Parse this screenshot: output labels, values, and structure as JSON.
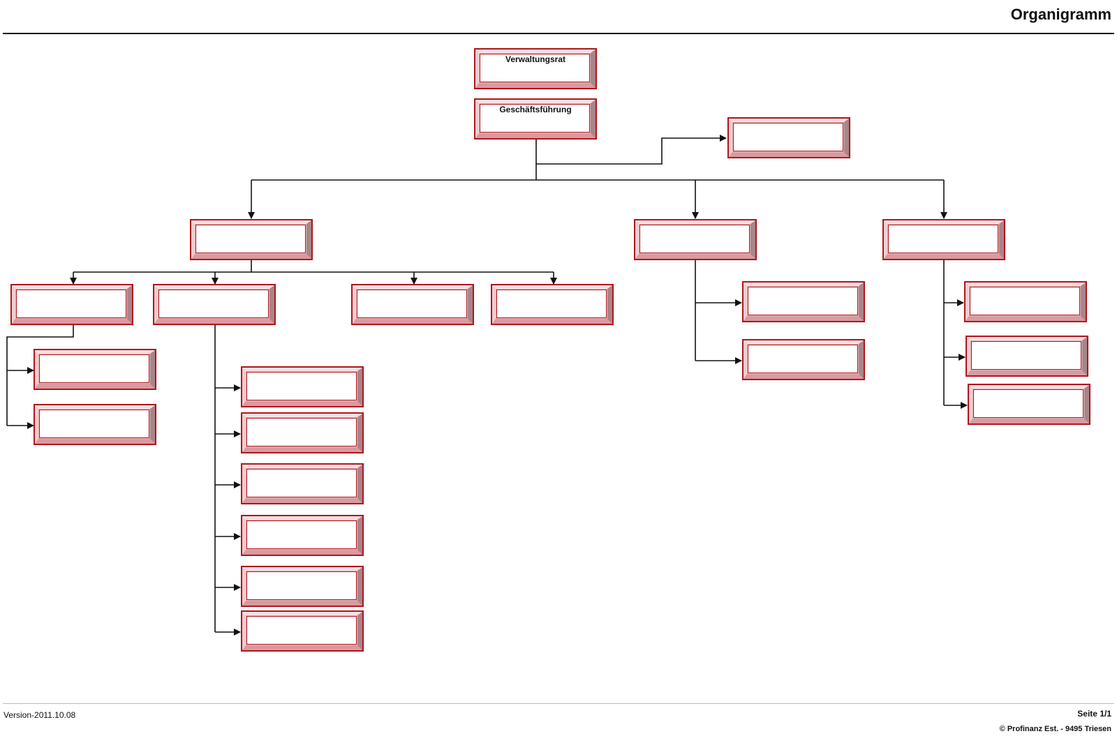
{
  "header": {
    "title": "Organigramm"
  },
  "nodes": [
    {
      "id": "verwaltungsrat",
      "label": "Verwaltungsrat"
    },
    {
      "id": "geschaeftsfuehrung",
      "label": "Geschäftsführung"
    },
    {
      "id": "staff",
      "label": ""
    },
    {
      "id": "dept-a",
      "label": ""
    },
    {
      "id": "dept-b",
      "label": ""
    },
    {
      "id": "dept-c",
      "label": ""
    },
    {
      "id": "a1",
      "label": ""
    },
    {
      "id": "a2",
      "label": ""
    },
    {
      "id": "a3",
      "label": ""
    },
    {
      "id": "a4",
      "label": ""
    },
    {
      "id": "a1-1",
      "label": ""
    },
    {
      "id": "a1-2",
      "label": ""
    },
    {
      "id": "a2-1",
      "label": ""
    },
    {
      "id": "a2-2",
      "label": ""
    },
    {
      "id": "a2-3",
      "label": ""
    },
    {
      "id": "a2-4",
      "label": ""
    },
    {
      "id": "a2-5",
      "label": ""
    },
    {
      "id": "a2-6",
      "label": ""
    },
    {
      "id": "b1",
      "label": ""
    },
    {
      "id": "b2",
      "label": ""
    },
    {
      "id": "c1",
      "label": ""
    },
    {
      "id": "c2",
      "label": ""
    },
    {
      "id": "c3",
      "label": ""
    }
  ],
  "footer": {
    "version": "Version-2011.10.08",
    "page": "Seite 1/1",
    "copyright": "© Profinanz Est. -  9495 Triesen"
  }
}
